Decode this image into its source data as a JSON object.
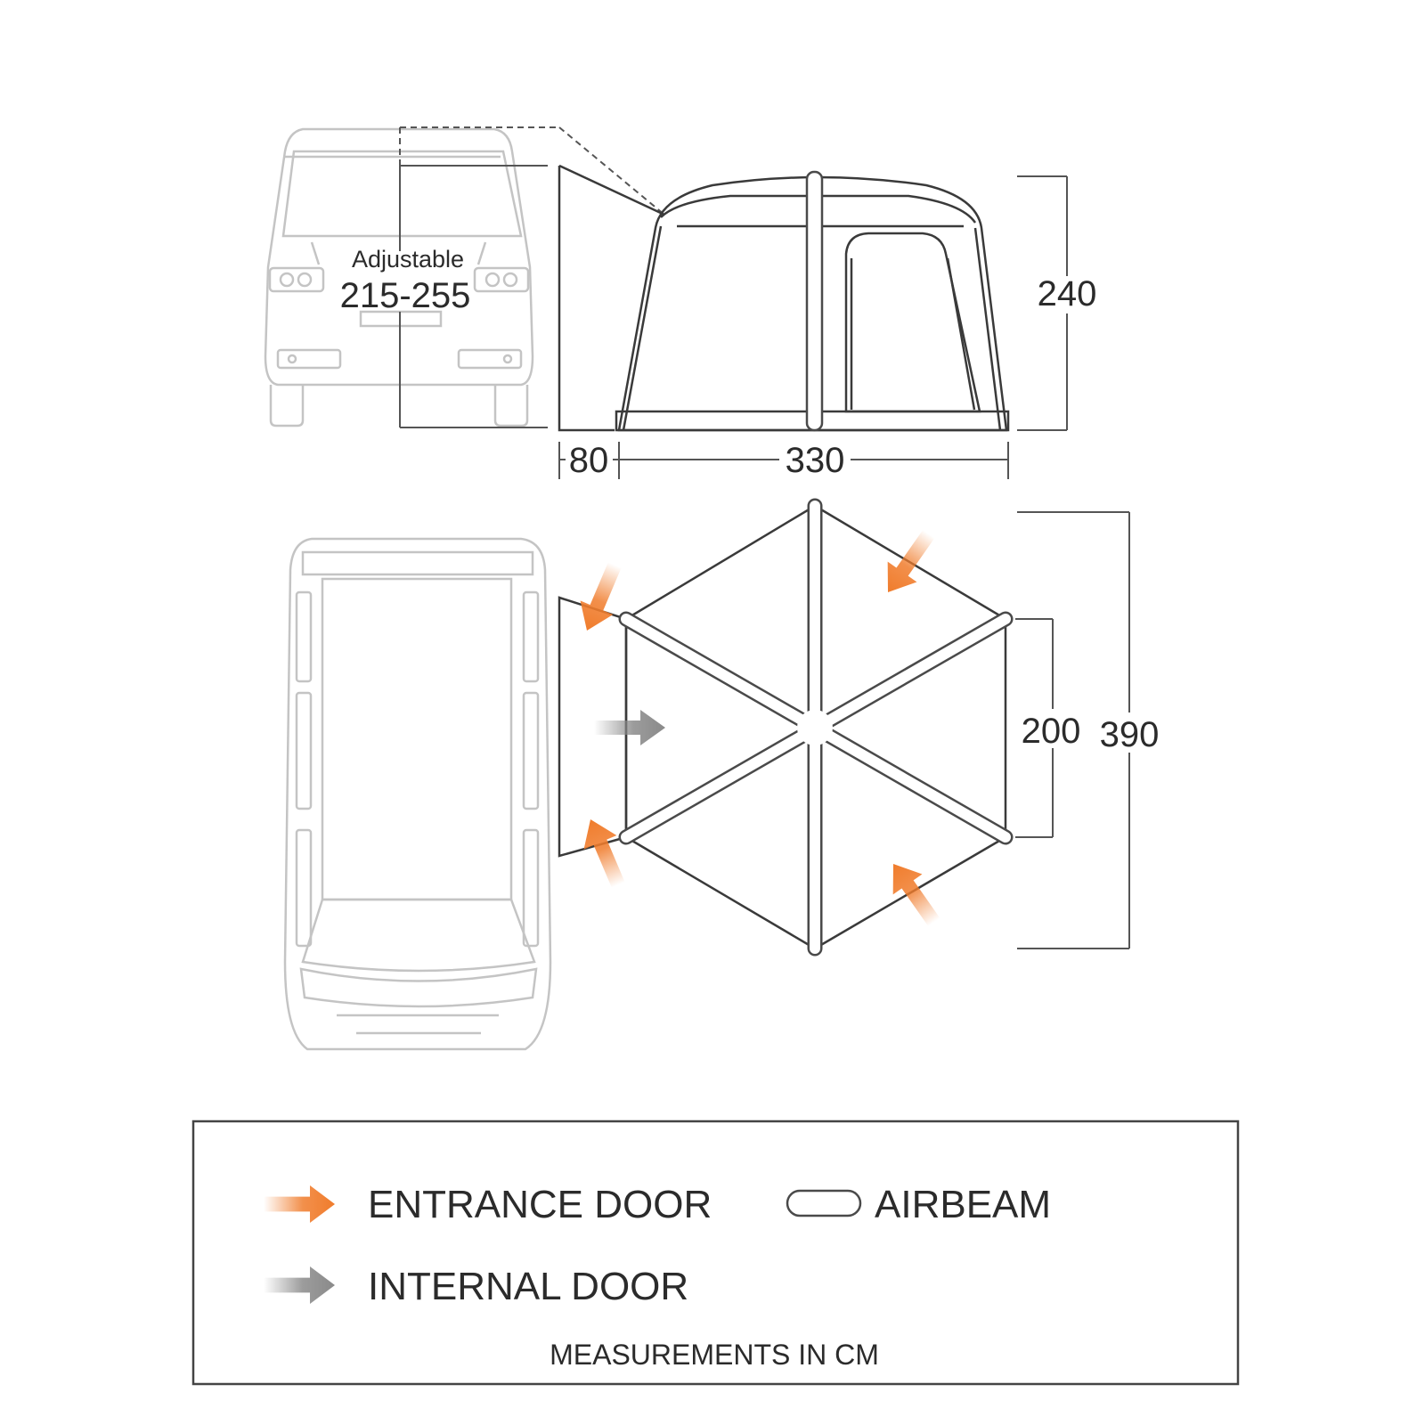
{
  "side_view": {
    "adjustable_label": "Adjustable",
    "adjustable_value": "215-255",
    "height": "240",
    "connector_length": "80",
    "length": "330"
  },
  "plan_view": {
    "inner_width": "200",
    "outer_width": "390"
  },
  "legend": {
    "entrance_door": "ENTRANCE DOOR",
    "internal_door": "INTERNAL DOOR",
    "airbeam": "AIRBEAM",
    "footnote": "MEASUREMENTS IN CM"
  },
  "colors": {
    "entrance_arrow": "#f07c2c",
    "internal_arrow": "#8a8a8a",
    "van_outline": "#c4c4c4",
    "tent_outline": "#3a3a3a"
  }
}
